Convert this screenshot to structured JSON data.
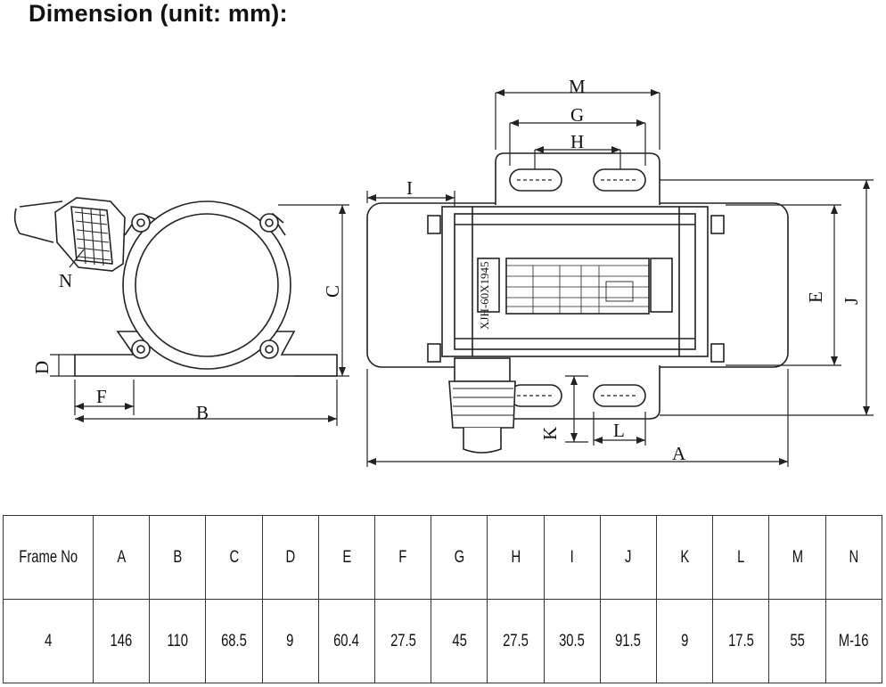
{
  "page": {
    "title": "Dimension (unit: mm):"
  },
  "drawing": {
    "labels": {
      "A": "A",
      "B": "B",
      "C": "C",
      "D": "D",
      "E": "E",
      "F": "F",
      "G": "G",
      "H": "H",
      "I": "I",
      "J": "J",
      "K": "K",
      "L": "L",
      "M": "M",
      "N": "N"
    },
    "nameplate_text": "XJH-60X1945"
  },
  "table": {
    "headers": [
      "Frame No",
      "A",
      "B",
      "C",
      "D",
      "E",
      "F",
      "G",
      "H",
      "I",
      "J",
      "K",
      "L",
      "M",
      "N"
    ],
    "rows": [
      [
        "4",
        "146",
        "110",
        "68.5",
        "9",
        "60.4",
        "27.5",
        "45",
        "27.5",
        "30.5",
        "91.5",
        "9",
        "17.5",
        "55",
        "M-16"
      ]
    ]
  }
}
